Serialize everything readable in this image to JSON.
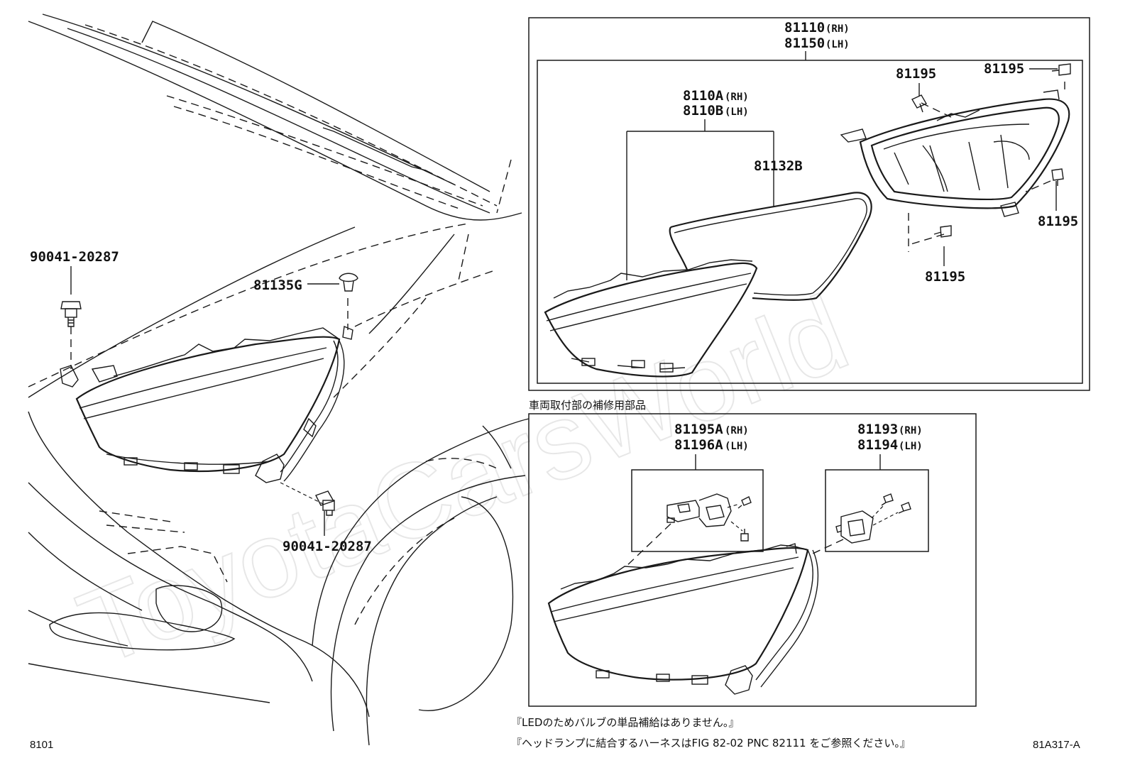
{
  "watermark": "ToyotaCarsWorld",
  "diagram_code": "8101",
  "figure_ref": "81A317-A",
  "left_view": {
    "bolt_top_label": "90041-20287",
    "clip_label": "81135G",
    "bolt_bottom_label": "90041-20287"
  },
  "top_box": {
    "assembly_rh": "81110",
    "assembly_rh_suffix": "(RH)",
    "assembly_lh": "81150",
    "assembly_lh_suffix": "(LH)",
    "lens_rh": "8110A",
    "lens_rh_suffix": "(RH)",
    "lens_lh": "8110B",
    "lens_lh_suffix": "(LH)",
    "gasket": "81132B",
    "screw_1": "81195",
    "screw_2": "81195",
    "screw_3": "81195",
    "screw_4": "81195"
  },
  "repair_box": {
    "heading": "車両取付部の補修用部品",
    "bracket_rh": "81195A",
    "bracket_rh_suffix": "(RH)",
    "bracket_lh": "81196A",
    "bracket_lh_suffix": "(LH)",
    "mount_rh": "81193",
    "mount_rh_suffix": "(RH)",
    "mount_lh": "81194",
    "mount_lh_suffix": "(LH)"
  },
  "notes": {
    "line1": "『LEDのためバルブの単品補給はありません。』",
    "line2": "『ヘッドランプに結合するハーネスはFIG 82-02 PNC 82111 をご参照ください。』"
  }
}
